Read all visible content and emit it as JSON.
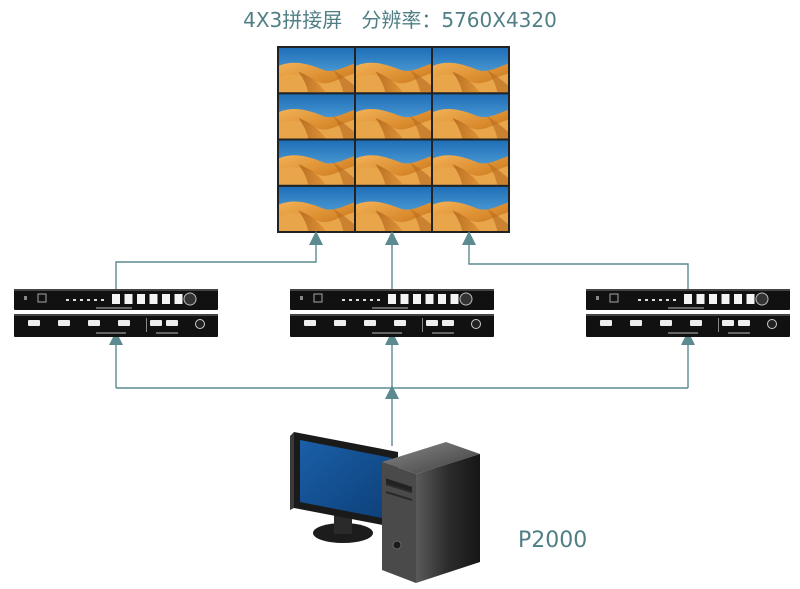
{
  "title": "4X3拼接屏   分辨率：5760X4320",
  "pc_label": "P2000",
  "icons": {
    "video_wall": "desert-landscape-tile",
    "processor": "video-wall-processor-device",
    "computer": "desktop-computer-icon"
  },
  "colors": {
    "title_text": "#4f7f85",
    "connector": "#5b8a90",
    "device_body": "#111111",
    "sky": "#2f8fd0",
    "sand": "#e0993a"
  }
}
